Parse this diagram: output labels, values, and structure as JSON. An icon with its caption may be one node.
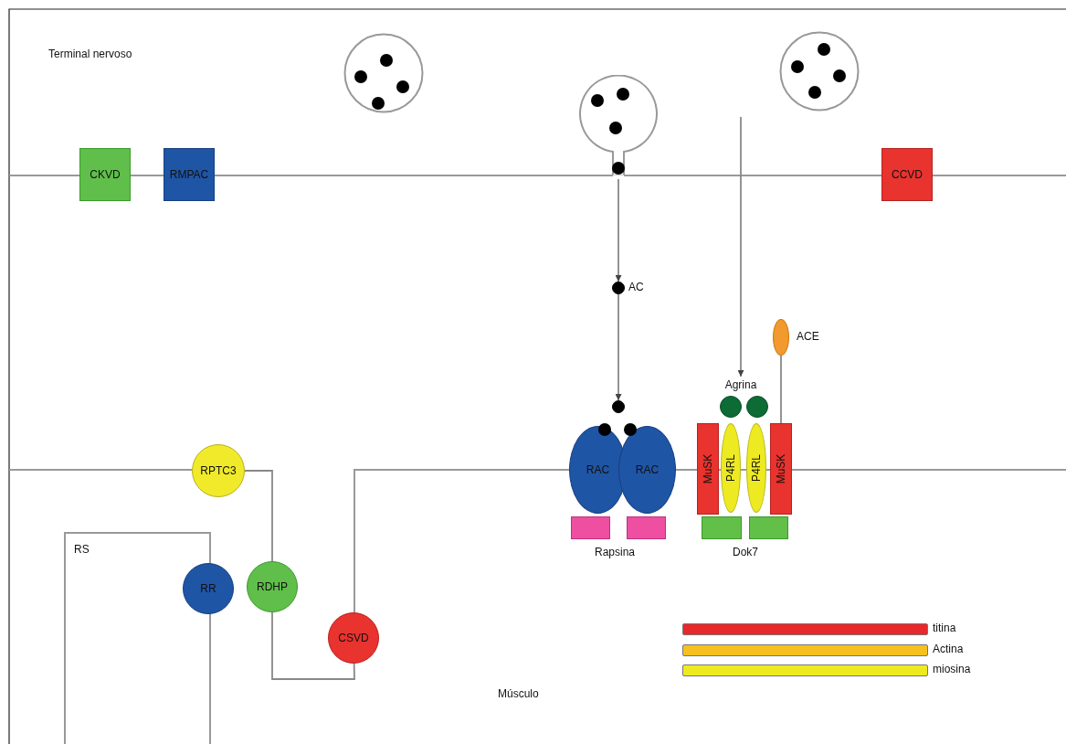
{
  "diagram": {
    "nodes": [
      {
        "text": [],
        "shape": "circle"
      },
      {
        "text": [],
        "shape": "circle"
      },
      {
        "text": [
          "CKVD"
        ]
      },
      {
        "text": [
          "RMPAC"
        ]
      },
      {
        "text": [],
        "shape": "circle"
      },
      {
        "text": [
          "CCVD"
        ]
      },
      {
        "text": [],
        "shape": "circle",
        "beside": [
          "AC"
        ]
      },
      {
        "text": [],
        "shape": "ellipse",
        "beside": [
          "ACE"
        ]
      },
      {
        "text": [
          "Agrina"
        ]
      },
      {
        "text": [],
        "shape": "circle"
      },
      {
        "text": [],
        "shape": "circle"
      },
      {
        "text": [],
        "shape": "circle"
      },
      {
        "text": [
          "RAC"
        ]
      },
      {
        "text": [
          "RAC"
        ]
      },
      {
        "text": [
          "MuSK"
        ]
      },
      {
        "text": [
          "P4RL"
        ]
      },
      {
        "text": [
          "P4RL"
        ]
      },
      {
        "text": [
          "MuSK"
        ]
      },
      {
        "text": [
          "RPTC3"
        ]
      },
      {
        "text": [],
        "shape": "box"
      },
      {
        "text": [],
        "shape": "box"
      },
      {
        "text": [],
        "shape": "box"
      },
      {
        "text": [],
        "shape": "box"
      },
      {
        "text": [
          "RS"
        ]
      },
      {
        "text": [
          "RR"
        ]
      },
      {
        "text": [
          "RDHP"
        ]
      },
      {
        "text": [
          "CSVD"
        ]
      }
    ],
    "edges": [
      {
        "from": 4,
        "to": 6,
        "arrow": "to"
      },
      {
        "from": 6,
        "to": 9,
        "arrow": "to"
      },
      {
        "from": null,
        "to": 8,
        "arrow": "to"
      },
      {
        "from": 7,
        "to": 17,
        "arrow": "none"
      },
      {
        "from": 18,
        "to": 25,
        "arrow": "none"
      },
      {
        "from": 25,
        "to": 26,
        "arrow": "none"
      }
    ],
    "labels": [
      "Terminal nervoso",
      "Rapsina",
      "Dok7",
      "Músculo"
    ],
    "legend": [
      {
        "text": "titina",
        "color": "#e8282a"
      },
      {
        "text": "Actina",
        "color": "#f5c020"
      },
      {
        "text": "miosina",
        "color": "#eeea22"
      }
    ]
  }
}
